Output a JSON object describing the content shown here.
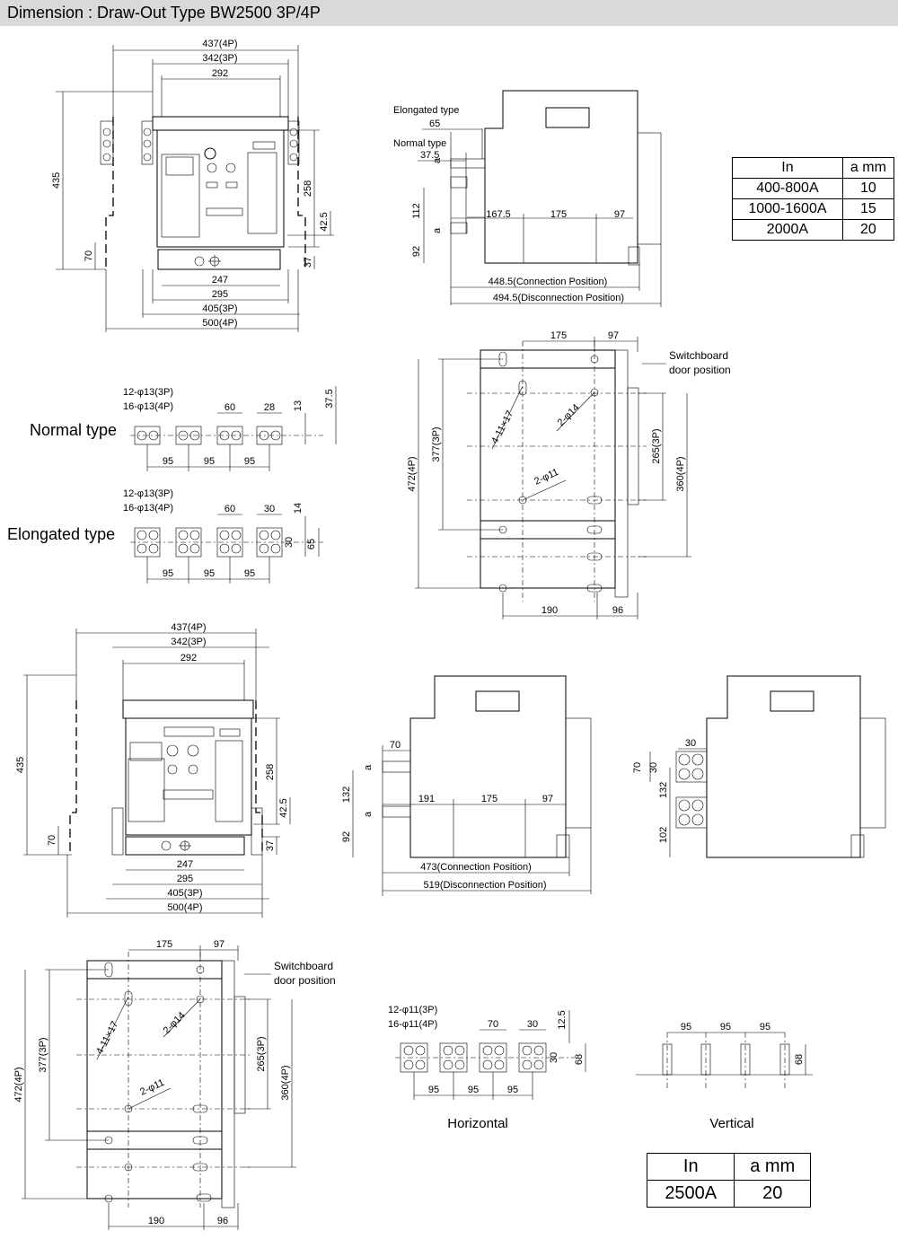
{
  "title": "Dimension : Draw-Out Type BW2500 3P/4P",
  "front1": {
    "w437": "437(4P)",
    "w342": "342(3P)",
    "w292": "292",
    "h435": "435",
    "h258": "258",
    "h42_5": "42.5",
    "h70": "70",
    "h37": "37",
    "w247": "247",
    "w295": "295",
    "w405": "405(3P)",
    "w500": "500(4P)"
  },
  "side1": {
    "elongated": "Elongated type",
    "v65": "65",
    "normal": "Normal type",
    "v37_5": "37.5",
    "a": "a",
    "v112": "112",
    "v92": "92",
    "v167_5": "167.5",
    "v175": "175",
    "v97": "97",
    "conn": "448.5(Connection Position)",
    "disc": "494.5(Disconnection Position)"
  },
  "table1": {
    "headers": [
      "In",
      "a  mm"
    ],
    "rows": [
      [
        "400-800A",
        "10"
      ],
      [
        "1000-1600A",
        "15"
      ],
      [
        "2000A",
        "20"
      ]
    ]
  },
  "terminals1": {
    "normal_label": "Normal type",
    "elongated_label": "Elongated type",
    "holes3p": "12-φ13(3P)",
    "holes4p": "16-φ13(4P)",
    "v60": "60",
    "v28": "28",
    "v13": "13",
    "v37_5": "37.5",
    "v30": "30",
    "v14": "14",
    "v65": "65",
    "v95": "95"
  },
  "plan1": {
    "v175": "175",
    "v97": "97",
    "door1": "Switchboard",
    "door2": "door position",
    "slot": "4-11×17",
    "hole14": "2-φ14",
    "hole11": "2-φ11",
    "v377": "377(3P)",
    "v472": "472(4P)",
    "v265": "265(3P)",
    "v360": "360(4P)",
    "v190": "190",
    "v96": "96"
  },
  "front2": {
    "w437": "437(4P)",
    "w342": "342(3P)",
    "w292": "292",
    "h435": "435",
    "h258": "258",
    "h42_5": "42.5",
    "h70": "70",
    "h37": "37",
    "w247": "247",
    "w295": "295",
    "w405": "405(3P)",
    "w500": "500(4P)"
  },
  "side2": {
    "v70": "70",
    "a": "a",
    "v132": "132",
    "v92": "92",
    "v191": "191",
    "v175": "175",
    "v97": "97",
    "conn": "473(Connection Position)",
    "disc": "519(Disconnection Position)"
  },
  "side3": {
    "v30": "30",
    "v70": "70",
    "v132": "132",
    "v102": "102"
  },
  "plan2": {
    "v175": "175",
    "v97": "97",
    "door1": "Switchboard",
    "door2": "door position",
    "slot": "4-11×17",
    "hole14": "2-φ14",
    "hole11": "2-φ11",
    "v377": "377(3P)",
    "v472": "472(4P)",
    "v265": "265(3P)",
    "v360": "360(4P)",
    "v190": "190",
    "v96": "96"
  },
  "terminals2": {
    "holes3p": "12-φ11(3P)",
    "holes4p": "16-φ11(4P)",
    "v70": "70",
    "v30": "30",
    "v12_5": "12.5",
    "v68": "68",
    "v95": "95",
    "horizontal": "Horizontal"
  },
  "vertical": {
    "v95": "95",
    "v68": "68",
    "label": "Vertical"
  },
  "table2": {
    "headers": [
      "In",
      "a  mm"
    ],
    "rows": [
      [
        "2500A",
        "20"
      ]
    ]
  }
}
